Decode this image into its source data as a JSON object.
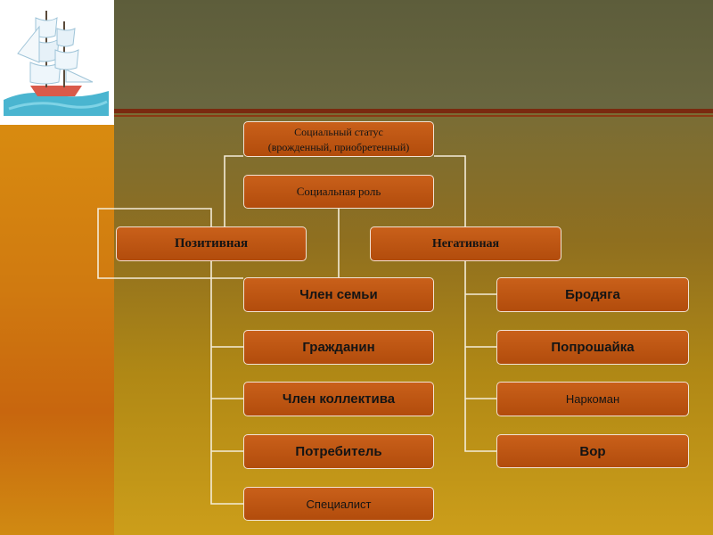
{
  "diagram": {
    "root": {
      "line1": "Социальный статус",
      "line2": "(врожденный, приобретенный)"
    },
    "role": "Социальная роль",
    "positive": {
      "label": "Позитивная",
      "items": [
        "Член семьи",
        "Гражданин",
        "Член коллектива",
        "Потребитель",
        "Специалист"
      ]
    },
    "negative": {
      "label": "Негативная",
      "items": [
        "Бродяга",
        "Попрошайка",
        "Наркоман",
        "Вор"
      ]
    }
  },
  "colors": {
    "box_fill": "#b8520f",
    "box_border": "#f2e2d4",
    "connector": "#f4ecd8",
    "background_top": "#5d5d3b",
    "background_bottom": "#cc9e1a",
    "left_strip": "#d07a10",
    "stripe": "#7a2a10"
  },
  "decor": {
    "illustration": "sailing-ship-icon"
  }
}
